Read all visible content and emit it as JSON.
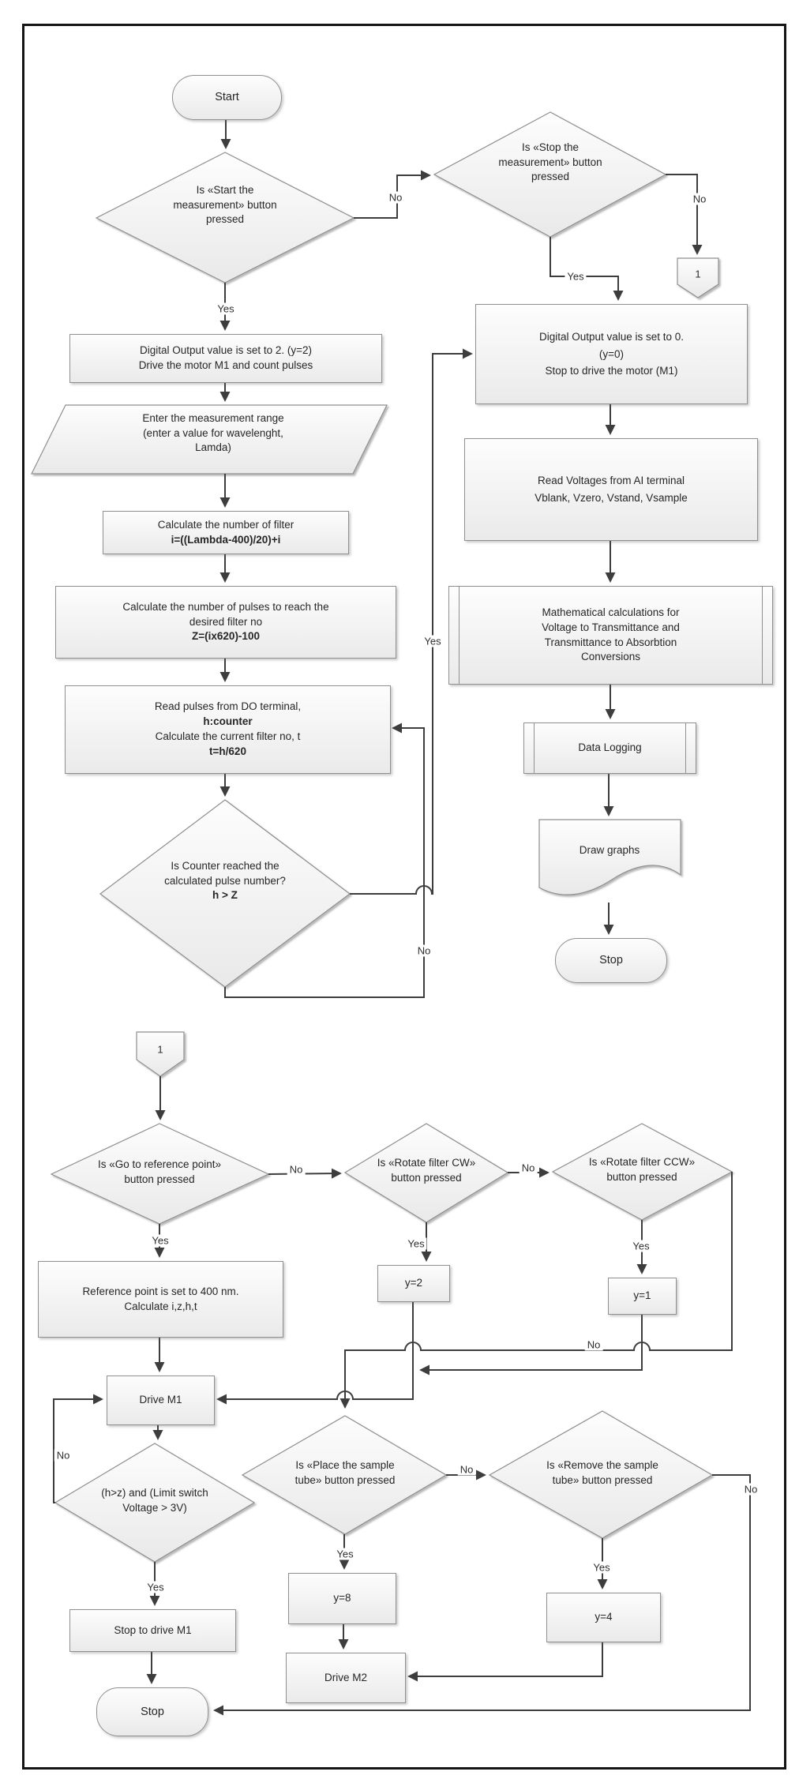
{
  "diagram": {
    "labels": {
      "yes": "Yes",
      "no": "No"
    },
    "connector": "1",
    "nodes": {
      "start": {
        "label": "Start"
      },
      "d_start": {
        "lines": [
          "Is «Start the",
          "measurement» button",
          "pressed"
        ]
      },
      "d_stop": {
        "lines": [
          "Is «Stop the",
          "measurement» button",
          "pressed"
        ]
      },
      "do2": {
        "lines": [
          "Digital Output  value is set to 2. (y=2)",
          "Drive the motor M1 and count pulses"
        ]
      },
      "enter_range": {
        "lines": [
          "Enter the measurement range",
          "(enter a value for wavelenght,",
          "Lamda)"
        ]
      },
      "calc_filter": {
        "lines": [
          "Calculate the number of filter",
          "i=((Lambda-400)/20)+i"
        ]
      },
      "calc_pulses": {
        "lines": [
          "Calculate the number of pulses to reach the",
          "desired filter no",
          "Z=(ix620)-100"
        ]
      },
      "read_pulses": {
        "lines": [
          "Read pulses from DO terminal,",
          "h:counter",
          "Calculate the  current filter no, t",
          "t=h/620"
        ]
      },
      "d_counter": {
        "lines": [
          "Is Counter reached the",
          "calculated pulse number?",
          "h > Z"
        ]
      },
      "do0": {
        "lines": [
          "Digital Output  value is set to 0.",
          "(y=0)",
          "Stop to drive the motor (M1)"
        ]
      },
      "read_volt": {
        "lines": [
          "Read Voltages  from AI terminal",
          "Vblank, Vzero, Vstand, Vsample"
        ]
      },
      "math": {
        "lines": [
          "Mathematical calculations for",
          "Voltage to Transmittance and",
          "Transmittance to Absorbtion",
          "Conversions"
        ]
      },
      "datalog": {
        "label": "Data Logging"
      },
      "graphs": {
        "label": "Draw graphs"
      },
      "stop1": {
        "label": "Stop"
      },
      "d_ref": {
        "lines": [
          "Is «Go to reference point»",
          "button pressed"
        ]
      },
      "d_cw": {
        "lines": [
          "Is «Rotate filter CW»",
          "button pressed"
        ]
      },
      "d_ccw": {
        "lines": [
          "Is «Rotate filter CCW»",
          "button pressed"
        ]
      },
      "ref_point": {
        "lines": [
          "Reference point is set to  400 nm.",
          "Calculate i,z,h,t"
        ]
      },
      "y2": {
        "label": "y=2"
      },
      "y1": {
        "label": "y=1"
      },
      "drive_m1": {
        "label": "Drive M1"
      },
      "d_limit": {
        "lines": [
          "(h>z) and (Limit switch",
          "Voltage > 3V)"
        ]
      },
      "stop_m1": {
        "label": "Stop to drive M1"
      },
      "stop2": {
        "label": "Stop"
      },
      "d_place": {
        "lines": [
          "Is «Place the sample",
          "tube» button pressed"
        ]
      },
      "d_remove": {
        "lines": [
          "Is «Remove the sample",
          "tube» button pressed"
        ]
      },
      "y8": {
        "label": "y=8"
      },
      "y4": {
        "label": "y=4"
      },
      "drive_m2": {
        "label": "Drive M2"
      }
    }
  }
}
